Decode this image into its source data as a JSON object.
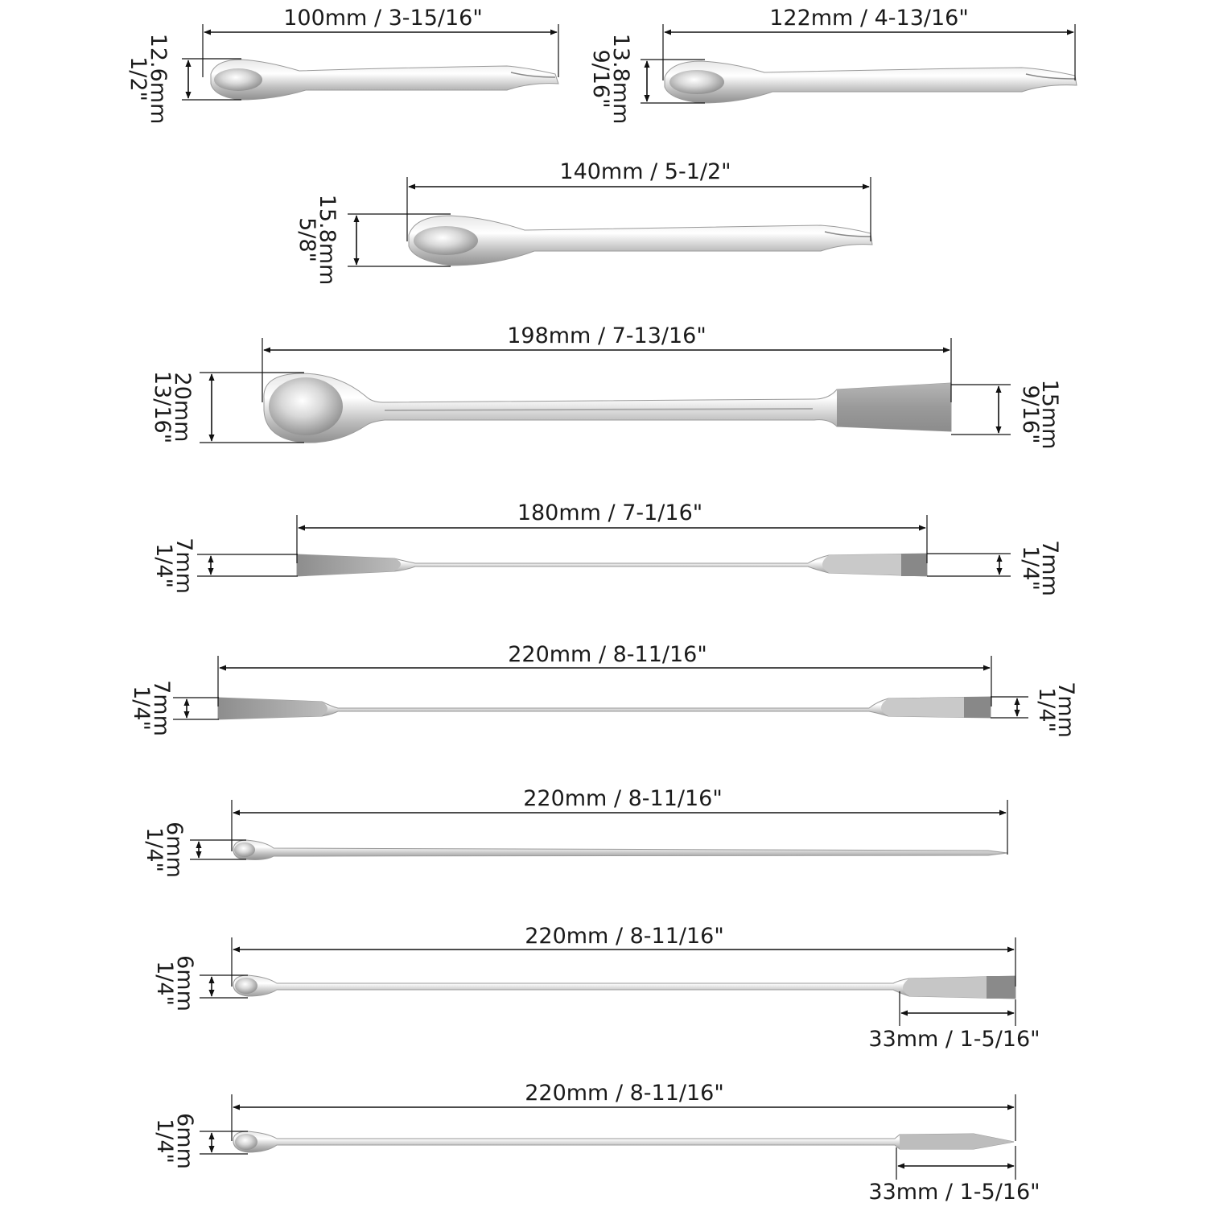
{
  "tools": [
    {
      "length": "100mm / 3-15/16\"",
      "width_mm": "12.6mm",
      "width_in": "1/2\""
    },
    {
      "length": "122mm / 4-13/16\"",
      "width_mm": "13.8mm",
      "width_in": "9/16\""
    },
    {
      "length": "140mm / 5-1/2\"",
      "width_mm": "15.8mm",
      "width_in": "5/8\""
    },
    {
      "length": "198mm / 7-13/16\"",
      "width_mm": "20mm",
      "width_in": "13/16\"",
      "right_mm": "15mm",
      "right_in": "9/16\""
    },
    {
      "length": "180mm / 7-1/16\"",
      "width_mm": "7mm",
      "width_in": "1/4\"",
      "right_mm": "7mm",
      "right_in": "1/4\""
    },
    {
      "length": "220mm / 8-11/16\"",
      "width_mm": "7mm",
      "width_in": "1/4\"",
      "right_mm": "7mm",
      "right_in": "1/4\""
    },
    {
      "length": "220mm / 8-11/16\"",
      "width_mm": "6mm",
      "width_in": "1/4\""
    },
    {
      "length": "220mm / 8-11/16\"",
      "width_mm": "6mm",
      "width_in": "1/4\"",
      "blade": "33mm / 1-5/16\""
    },
    {
      "length": "220mm / 8-11/16\"",
      "width_mm": "6mm",
      "width_in": "1/4\"",
      "blade": "33mm / 1-5/16\""
    }
  ],
  "colors": {
    "steel_light": "#f2f2f2",
    "steel_mid": "#c9c9c9",
    "steel_dark": "#8a8a8a",
    "blade": "#9d9d9d",
    "line": "#111111"
  }
}
